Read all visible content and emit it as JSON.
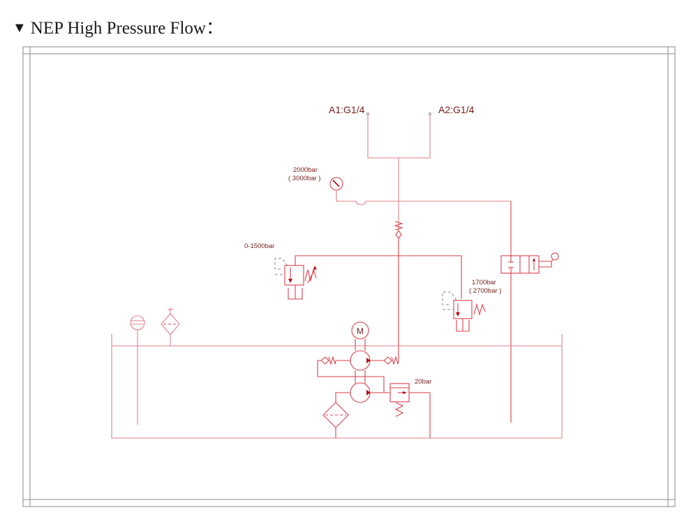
{
  "header": {
    "marker": "▼",
    "title": "NEP High Pressure Flow："
  },
  "diagram": {
    "ports": [
      {
        "id": "A1",
        "label": "A1:G1/4"
      },
      {
        "id": "A2",
        "label": "A2:G1/4"
      }
    ],
    "pressure_gauge": {
      "label_line1": "2000bar",
      "label_line2": "( 3000bar )"
    },
    "adjustable_relief_valve": {
      "label": "0-1500bar"
    },
    "safety_relief_valve": {
      "label_line1": "1700bar",
      "label_line2": "( 2700bar )"
    },
    "low_pressure_relief_valve": {
      "label": "20bar"
    },
    "motor": {
      "label": "M"
    },
    "colors": {
      "line": "#d9404a",
      "label": "#7a1a1a",
      "frame": "#8a8a8a",
      "title": "#1a1a1a"
    }
  }
}
